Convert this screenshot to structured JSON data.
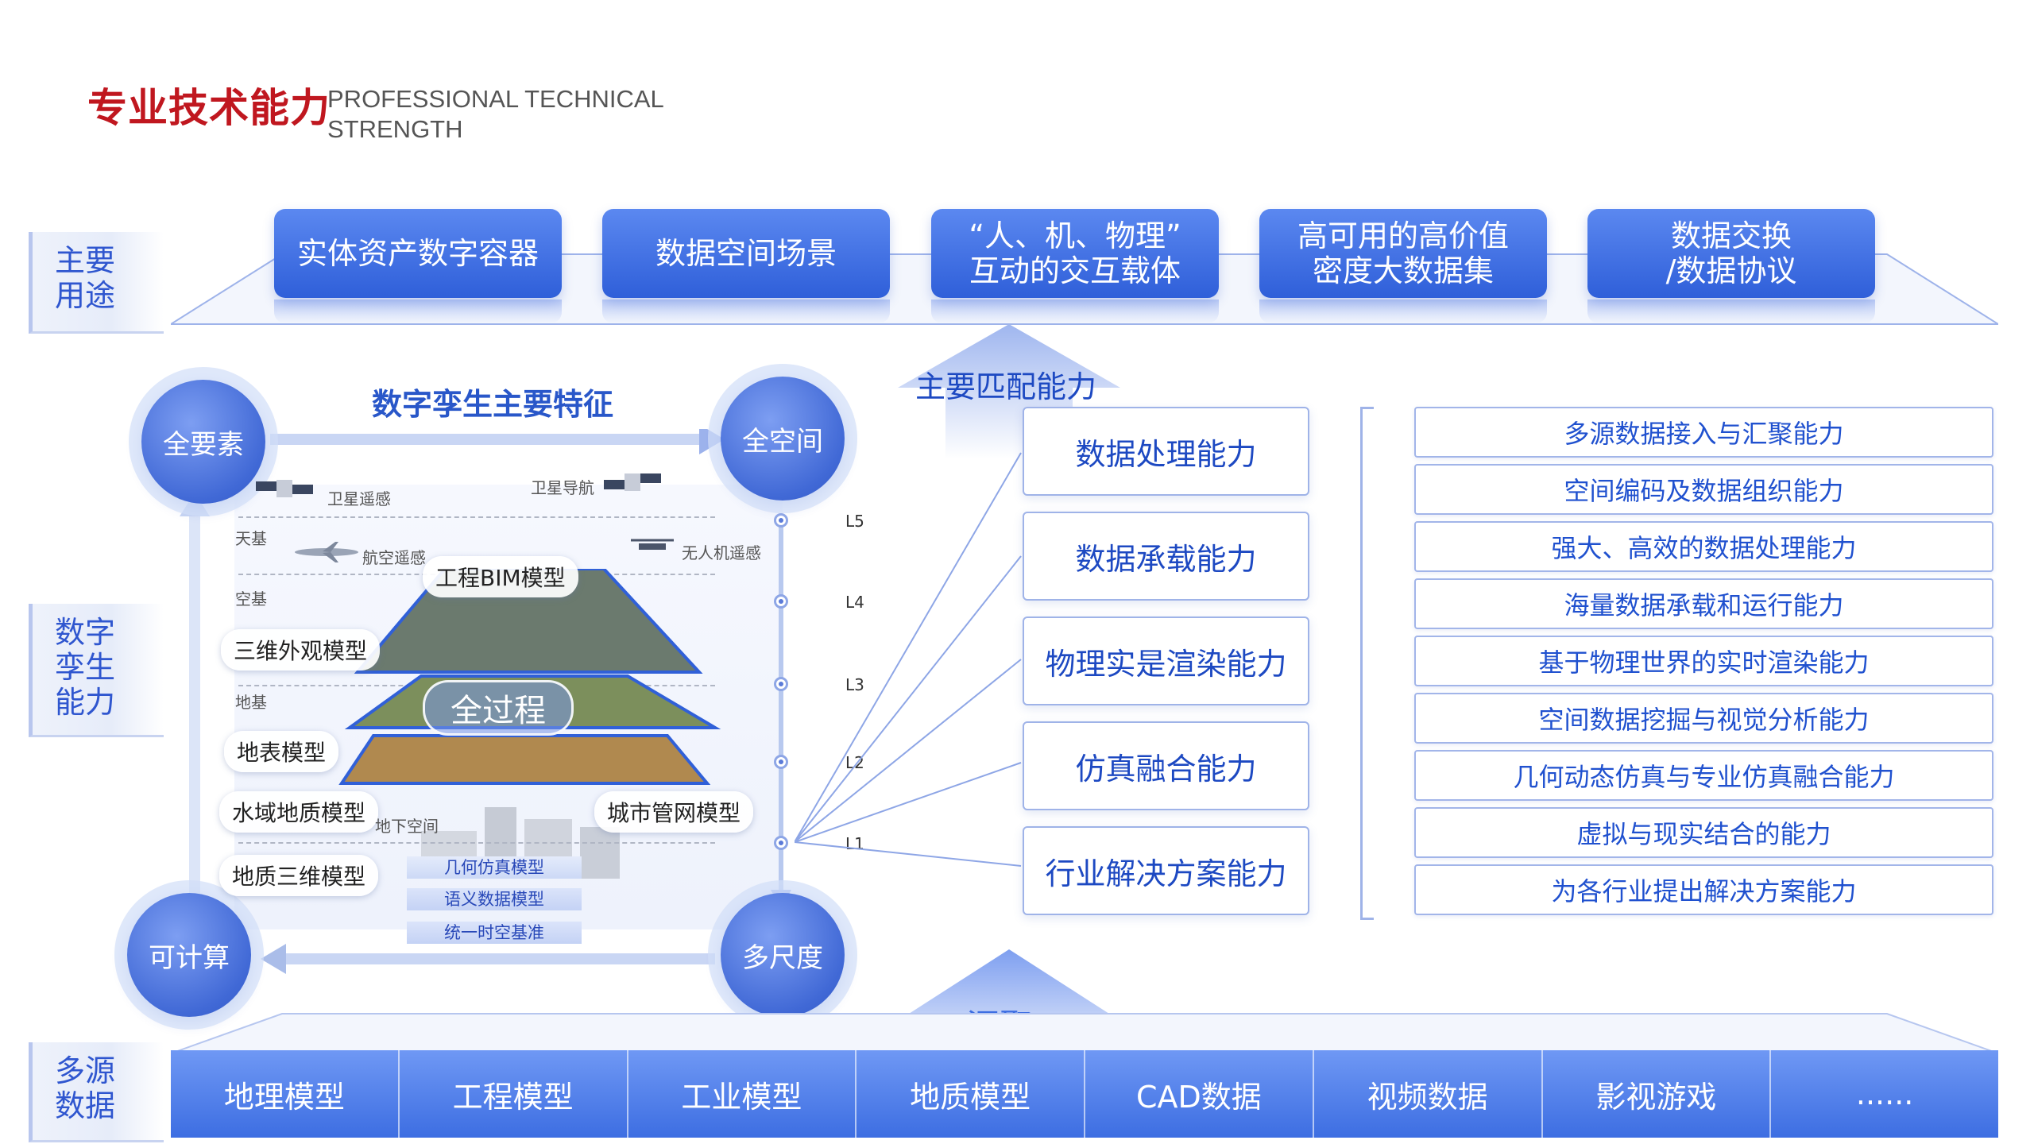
{
  "header": {
    "title_cn": "专业技术能力",
    "title_en_line1": "PROFESSIONAL TECHNICAL",
    "title_en_line2": "STRENGTH"
  },
  "side_tabs": {
    "purpose": [
      "主要",
      "用途"
    ],
    "twin": [
      "数字",
      "孪生",
      "能力"
    ],
    "source": [
      "多源",
      "数据"
    ]
  },
  "purposes": [
    {
      "line1": "实体资产数字容器",
      "line2": ""
    },
    {
      "line1": "数据空间场景",
      "line2": ""
    },
    {
      "line1": "“人、机、物理”",
      "line2": "互动的交互载体"
    },
    {
      "line1": "高可用的高价值",
      "line2": "密度大数据集"
    },
    {
      "line1": "数据交换",
      "line2": "/数据协议"
    }
  ],
  "twin_features": {
    "title": "数字孪生主要特征",
    "circles": [
      "全要素",
      "全空间",
      "可计算",
      "多尺度"
    ],
    "sensing": [
      "卫星遥感",
      "卫星导航",
      "航空遥感",
      "无人机遥感"
    ],
    "layers": [
      "天基",
      "空基",
      "地基",
      "地下空间"
    ],
    "models": [
      "工程BIM模型",
      "三维外观模型",
      "地表模型",
      "水域地质模型",
      "城市管网模型",
      "地质三维模型"
    ],
    "center_label": "全过程",
    "stack_labels": [
      "几何仿真模型",
      "语义数据模型",
      "统一时空基准"
    ],
    "levels": [
      "L5",
      "L4",
      "L3",
      "L2",
      "L1"
    ]
  },
  "matching": {
    "arrow_label": "主要匹配能力",
    "capabilities": [
      "数据处理能力",
      "数据承载能力",
      "物理实是渲染能力",
      "仿真融合能力",
      "行业解决方案能力"
    ],
    "details": [
      "多源数据接入与汇聚能力",
      "空间编码及数据组织能力",
      "强大、高效的数据处理能力",
      "海量数据承载和运行能力",
      "基于物理世界的实时渲染能力",
      "空间数据挖掘与视觉分析能力",
      "几何动态仿真与专业仿真融合能力",
      "虚拟与现实结合的能力",
      "为各行业提出解决方案能力"
    ]
  },
  "aggregate_label": "汇聚",
  "sources": [
    "地理模型",
    "工程模型",
    "工业模型",
    "地质模型",
    "CAD数据",
    "视频数据",
    "影视游戏",
    "......"
  ],
  "colors": {
    "accent": "#2f5fd9",
    "title_red": "#c0171f",
    "light_blue": "#e6ecf9"
  }
}
